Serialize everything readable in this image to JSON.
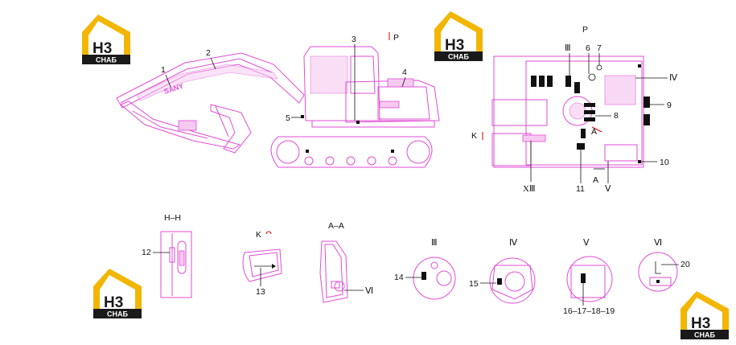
{
  "logo": {
    "mark": "H3",
    "text": "СНАБ",
    "colors": {
      "yellow": "#f2b600",
      "dark": "#1a1a1a"
    }
  },
  "parts": [
    "1",
    "2",
    "3",
    "4",
    "5",
    "6",
    "7",
    "8",
    "9",
    "10",
    "11",
    "12",
    "13",
    "14",
    "15",
    "16",
    "17",
    "18",
    "19",
    "20"
  ],
  "views": {
    "p": "P",
    "k": "K",
    "a": "A",
    "hh": "H–H",
    "kk": "K",
    "aa": "A–A",
    "iii": "Ⅲ",
    "iv": "Ⅳ",
    "v": "Ⅴ",
    "vi": "Ⅵ",
    "xiii": "XⅢ"
  },
  "seq_16_19": "16–17–18–19",
  "brand": "SANY",
  "colors": {
    "line": "#e24bd6",
    "label": "#111111"
  }
}
